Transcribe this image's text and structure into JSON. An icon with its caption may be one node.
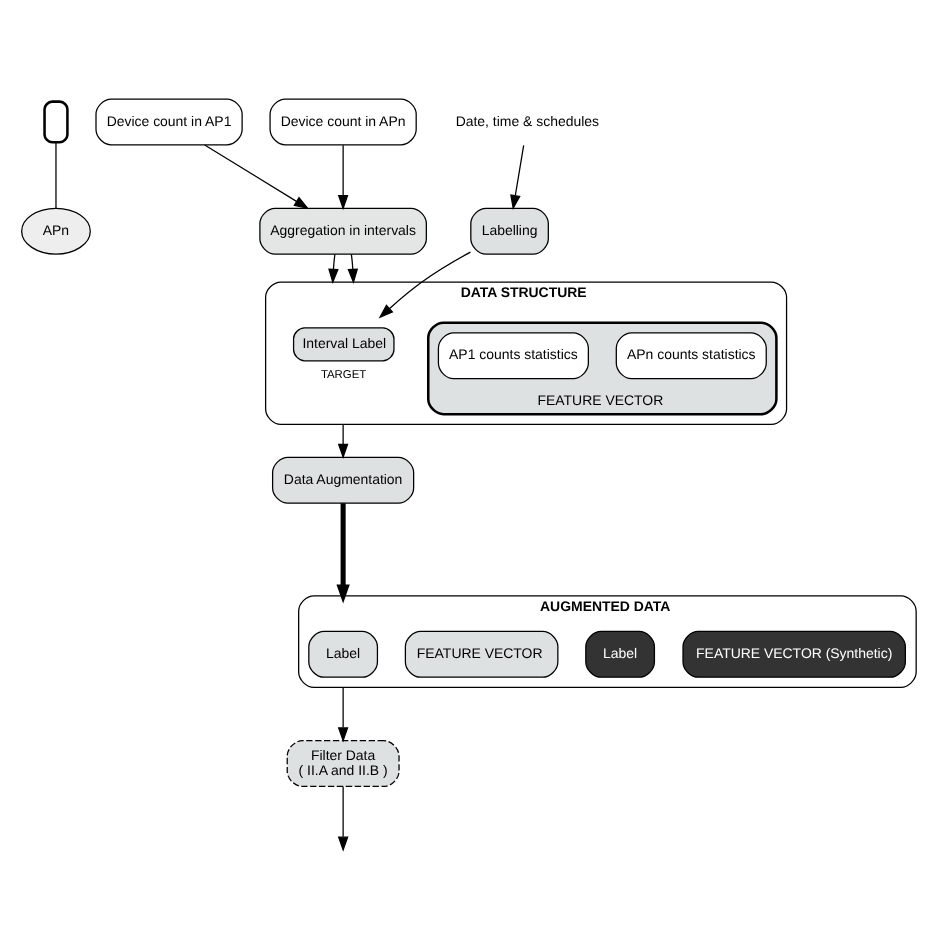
{
  "diagram": {
    "nodes": [
      {
        "text": [
          "APn"
        ]
      },
      {
        "text": [],
        "shape": "phone"
      },
      {
        "text": [
          "Device count in AP1"
        ]
      },
      {
        "text": [
          "Device count in APn"
        ]
      },
      {
        "text": [
          "Aggregation in intervals"
        ]
      },
      {
        "text": [
          "Date, time & schedules"
        ]
      },
      {
        "text": [
          "Labelling"
        ]
      },
      {
        "text": [
          "DATA STRUCTURE"
        ]
      },
      {
        "text": [
          "Interval Label"
        ],
        "in": 7,
        "beside": [
          "TARGET"
        ]
      },
      {
        "text": [],
        "shape": "box",
        "in": 7,
        "beside": [
          "FEATURE VECTOR"
        ]
      },
      {
        "text": [
          "AP1 counts statistics"
        ],
        "in": 9
      },
      {
        "text": [
          "APn counts statistics"
        ],
        "in": 9
      },
      {
        "text": [
          "AUGMENTED DATA"
        ]
      },
      {
        "text": [
          "Label"
        ],
        "in": 12
      },
      {
        "text": [
          "FEATURE VECTOR"
        ],
        "in": 12
      },
      {
        "text": [
          "Label"
        ],
        "in": 12
      },
      {
        "text": [
          "FEATURE VECTOR (Synthetic)"
        ],
        "in": 12
      },
      {
        "text": [
          "Data Augmentation"
        ]
      },
      {
        "text": [
          "Filter Data",
          "( II.A and II.B )"
        ]
      }
    ],
    "edges": [
      {
        "from": 1,
        "to": 0,
        "arrow": "none"
      },
      {
        "from": 2,
        "to": 4,
        "arrow": "to"
      },
      {
        "from": 3,
        "to": 4,
        "arrow": "to"
      },
      {
        "from": 4,
        "to": 7,
        "arrow": "to"
      },
      {
        "from": 4,
        "to": 7,
        "arrow": "to"
      },
      {
        "from": 5,
        "to": 6,
        "arrow": "to"
      },
      {
        "from": 6,
        "to": 8,
        "arrow": "to"
      },
      {
        "from": 7,
        "to": 17,
        "arrow": "to"
      },
      {
        "from": 17,
        "to": 12,
        "arrow": "to",
        "style": "thick"
      },
      {
        "from": 12,
        "to": 18,
        "arrow": "to"
      },
      {
        "from": 18,
        "to": null,
        "arrow": "to"
      }
    ]
  }
}
